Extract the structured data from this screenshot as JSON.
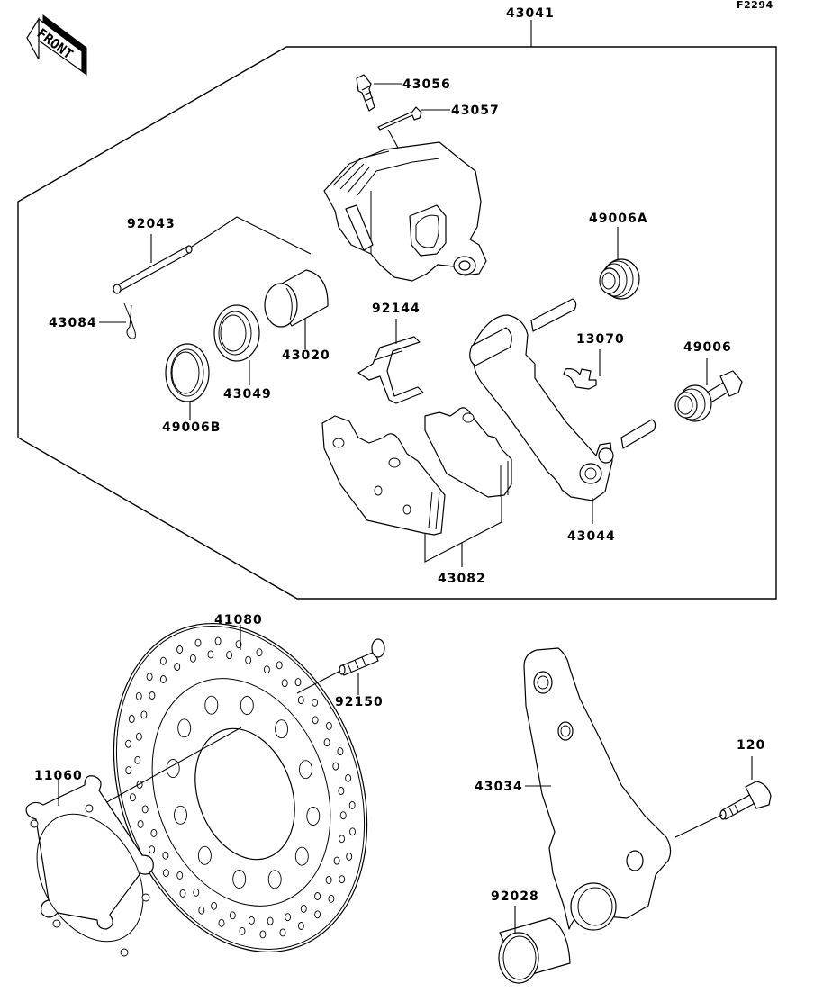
{
  "diagram": {
    "figure_code": "F2294",
    "front_indicator": "FRONT",
    "assembly_label": "43041",
    "parts": {
      "bleeder_valve": "43056",
      "bleeder_cap": "43057",
      "pad_pin": "92043",
      "pin_clip": "43084",
      "piston": "43020",
      "piston_seal": "43049",
      "dust_seal_b": "49006B",
      "pad_spring": "92144",
      "boot_a": "49006A",
      "pad_retainer_clip": "13070",
      "boot_with_pin": "49006",
      "caliper_holder": "43044",
      "brake_pads": "43082",
      "brake_disc": "41080",
      "disc_bolt": "92150",
      "gasket": "11060",
      "torque_link": "43034",
      "bolt": "120",
      "collar": "92028"
    }
  }
}
